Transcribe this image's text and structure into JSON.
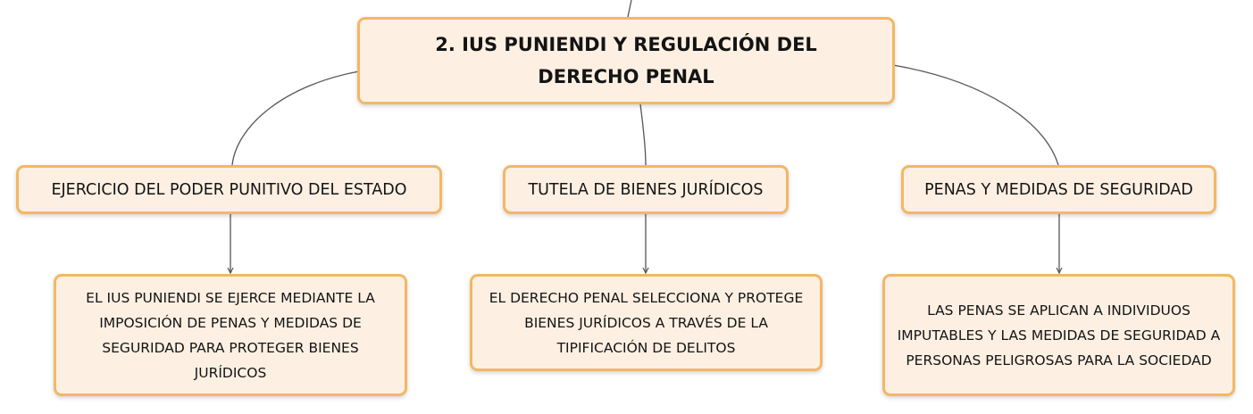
{
  "root": {
    "label": "2. IUS PUNIENDI Y REGULACIÓN DEL DERECHO PENAL"
  },
  "branches": [
    {
      "label": "EJERCICIO DEL PODER PUNITIVO DEL ESTADO",
      "detail": "EL IUS PUNIENDI SE EJERCE MEDIANTE LA IMPOSICIÓN DE PENAS Y MEDIDAS DE SEGURIDAD PARA PROTEGER BIENES JURÍDICOS"
    },
    {
      "label": "TUTELA DE BIENES JURÍDICOS",
      "detail": "EL DERECHO PENAL SELECCIONA Y PROTEGE BIENES JURÍDICOS A TRAVÉS DE LA TIPIFICACIÓN DE DELITOS"
    },
    {
      "label": "PENAS Y MEDIDAS DE SEGURIDAD",
      "detail": "LAS PENAS SE APLICAN A INDIVIDUOS IMPUTABLES Y LAS MEDIDAS DE SEGURIDAD A PERSONAS PELIGROSAS PARA LA SOCIEDAD"
    }
  ],
  "colors": {
    "node_fill": "#fdf0e3",
    "node_border": "#f3b765",
    "connector": "#555555",
    "text": "#141414"
  }
}
